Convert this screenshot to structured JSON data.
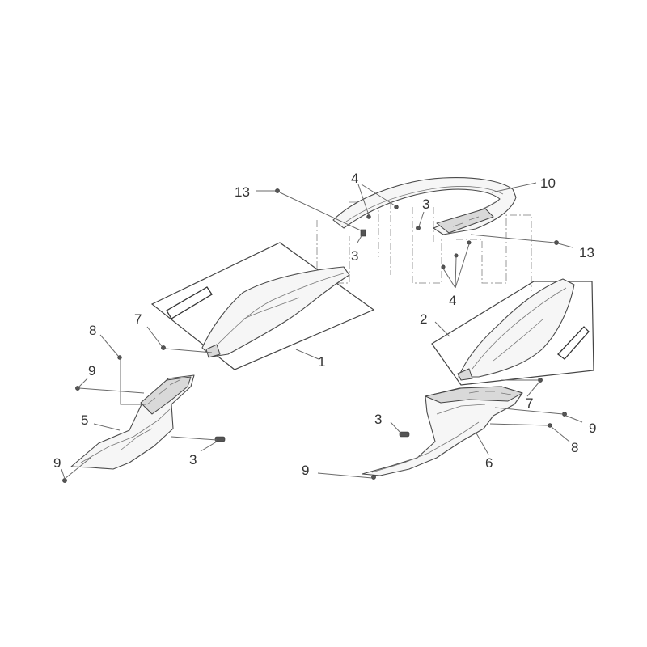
{
  "diagram": {
    "callouts": [
      {
        "id": "c13a",
        "text": "13"
      },
      {
        "id": "c4a",
        "text": "4"
      },
      {
        "id": "c10",
        "text": "10"
      },
      {
        "id": "c3a",
        "text": "3"
      },
      {
        "id": "c3b",
        "text": "3"
      },
      {
        "id": "c13b",
        "text": "13"
      },
      {
        "id": "c4b",
        "text": "4"
      },
      {
        "id": "c7a",
        "text": "7"
      },
      {
        "id": "c8a",
        "text": "8"
      },
      {
        "id": "c1",
        "text": "1"
      },
      {
        "id": "c2",
        "text": "2"
      },
      {
        "id": "c9a",
        "text": "9"
      },
      {
        "id": "c5",
        "text": "5"
      },
      {
        "id": "c3c",
        "text": "3"
      },
      {
        "id": "c9b",
        "text": "9"
      },
      {
        "id": "c7b",
        "text": "7"
      },
      {
        "id": "c3d",
        "text": "3"
      },
      {
        "id": "c9c",
        "text": "9"
      },
      {
        "id": "c8b",
        "text": "8"
      },
      {
        "id": "c6",
        "text": "6"
      },
      {
        "id": "c9d",
        "text": "9"
      }
    ]
  }
}
